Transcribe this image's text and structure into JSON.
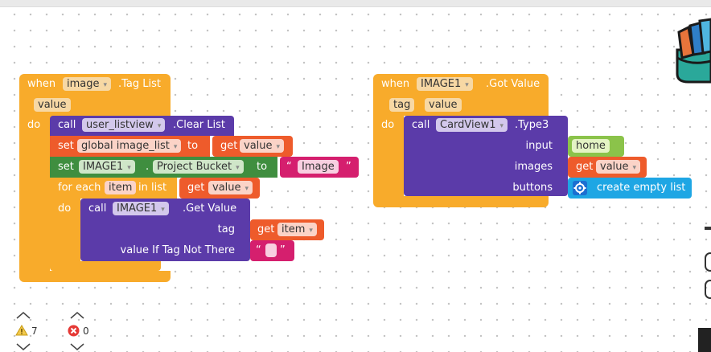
{
  "event1": {
    "when": "when",
    "component": "image",
    "event": ".Tag List",
    "param": "value",
    "do": "do",
    "clear": {
      "call": "call",
      "component": "user_listview",
      "method": ".Clear List"
    },
    "set_global": {
      "set": "set",
      "var": "global image_list",
      "to": "to",
      "get": "get",
      "get_var": "value"
    },
    "set_prop": {
      "set": "set",
      "component": "IMAGE1",
      "prop": "Project Bucket",
      "to": "to",
      "text": "Image",
      "quote_l": "“",
      "quote_r": "”"
    },
    "foreach": {
      "label": "for each",
      "var": "item",
      "in_list": "in list",
      "get": "get",
      "get_var": "value",
      "do": "do"
    },
    "getvalue": {
      "call": "call",
      "component": "IMAGE1",
      "method": ".Get Value",
      "tag_label": "tag",
      "tag_get": "get",
      "tag_var": "item",
      "default_label": "value If Tag Not There",
      "quote_l": "“",
      "quote_r": "”"
    }
  },
  "event2": {
    "when": "when",
    "component": "IMAGE1",
    "event": ".Got Value",
    "param1": "tag",
    "param2": "value",
    "do": "do",
    "call": {
      "call": "call",
      "component": "CardView1",
      "method": ".Type3",
      "input_label": "input",
      "input_value": "home",
      "images_label": "images",
      "images_get": "get",
      "images_var": "value",
      "buttons_label": "buttons",
      "buttons_value": "create empty list"
    }
  },
  "workspace": {
    "warnings_count": "7",
    "errors_count": "0"
  }
}
